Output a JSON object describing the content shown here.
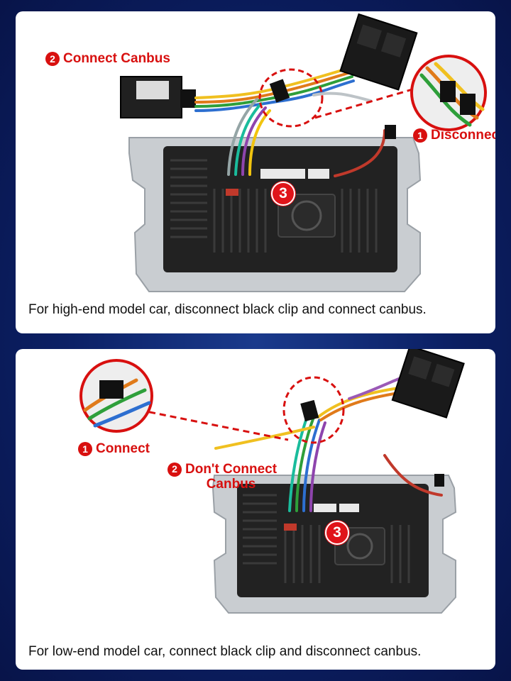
{
  "top_panel": {
    "step1": {
      "number": "1",
      "text": "Disconnect"
    },
    "step2": {
      "number": "2",
      "text": "Connect Canbus"
    },
    "step3": {
      "number": "3"
    },
    "caption": "For high-end model car, disconnect black clip and connect canbus."
  },
  "bottom_panel": {
    "step1": {
      "number": "1",
      "text": "Connect"
    },
    "step2": {
      "number": "2",
      "line1": "Don't Connect",
      "line2": "Canbus"
    },
    "step3": {
      "number": "3"
    },
    "caption": "For low-end model car, connect black clip and disconnect canbus."
  },
  "colors": {
    "accent_red": "#d8100f",
    "background_blue": "#0b1f63",
    "panel_white": "#ffffff"
  }
}
